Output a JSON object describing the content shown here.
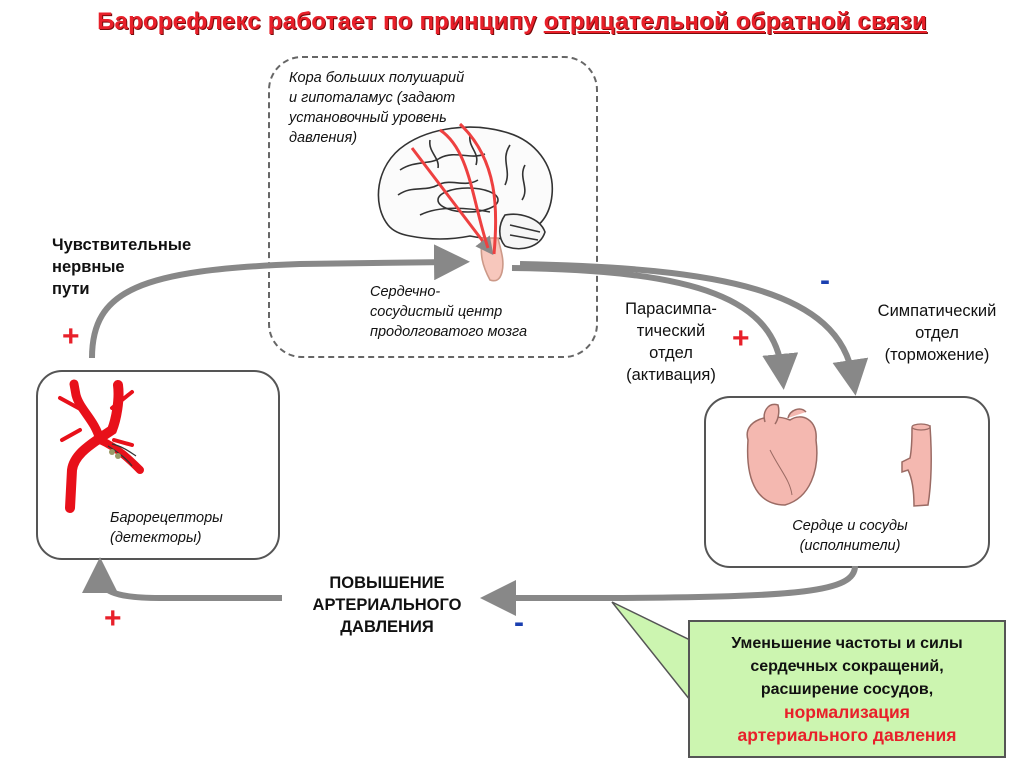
{
  "title": {
    "part1": "Барорефлекс работает по принципу ",
    "part2": "отрицательной обратной связи"
  },
  "brain": {
    "cortex_lines": [
      "Кора больших полушарий",
      "и гипоталамус (задают",
      "установочный уровень",
      "давления)"
    ],
    "center_lines": [
      "Сердечно-",
      "сосудистый центр",
      "продолговатого мозга"
    ]
  },
  "sensory": {
    "lines": [
      "Чувствительные",
      "нервные",
      "пути"
    ]
  },
  "parasympathetic": {
    "lines": [
      "Парасимпа-",
      "тический",
      "отдел",
      "(активация)"
    ]
  },
  "sympathetic": {
    "lines": [
      "Симпатический",
      "отдел",
      "(торможение)"
    ]
  },
  "baroreceptors": {
    "lines": [
      "Барорецепторы",
      "(детекторы)"
    ]
  },
  "effectors": {
    "lines": [
      "Сердце и сосуды",
      "(исполнители)"
    ]
  },
  "pressure_rise": {
    "lines": [
      "ПОВЫШЕНИЕ",
      "АРТЕРИАЛЬНОГО",
      "ДАВЛЕНИЯ"
    ]
  },
  "result": {
    "lines": [
      "Уменьшение частоты и силы",
      "сердечных сокращений,",
      "расширение сосудов,"
    ],
    "red_lines": [
      "нормализация",
      "артериального давления"
    ]
  },
  "signs": {
    "plus": "+",
    "minus": "-"
  },
  "colors": {
    "accent_red": "#e8202a",
    "minus_blue": "#1a3fb0",
    "arrow_gray": "#888888",
    "result_green": "#ccf5b0",
    "vessel_red": "#e8101a",
    "organ_pink": "#f4b8b0"
  }
}
